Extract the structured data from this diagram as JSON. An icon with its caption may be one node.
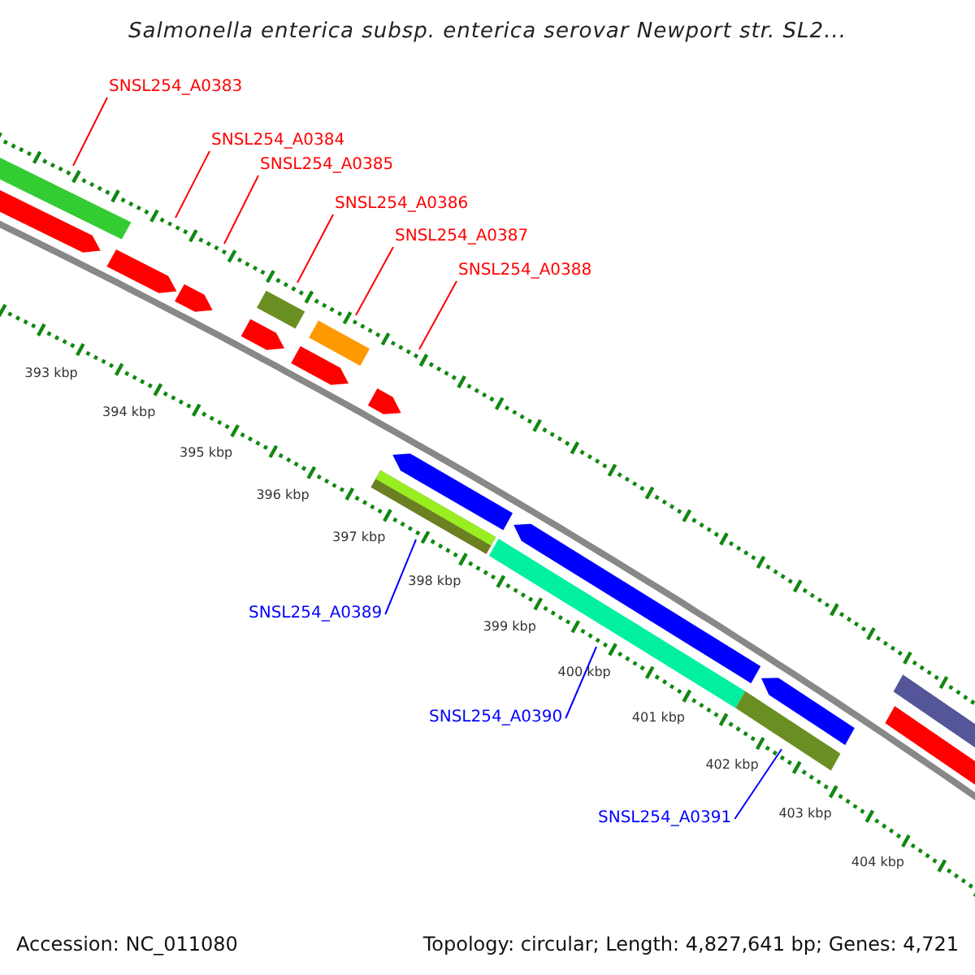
{
  "diagram": {
    "title": "Salmonella enterica subsp. enterica serovar Newport str. SL2...",
    "nodes": [
      {
        "text": [
          "SNSL254_A0383"
        ]
      },
      {
        "text": [
          "SNSL254_A0384"
        ]
      },
      {
        "text": [
          "SNSL254_A0385"
        ]
      },
      {
        "text": [
          "SNSL254_A0386"
        ]
      },
      {
        "text": [
          "SNSL254_A0387"
        ]
      },
      {
        "text": [
          "SNSL254_A0388"
        ]
      },
      {
        "text": [
          "SNSL254_A0389"
        ]
      },
      {
        "text": [
          "SNSL254_A0390"
        ]
      },
      {
        "text": [
          "SNSL254_A0391"
        ]
      }
    ],
    "edges": [
      {
        "from": 0,
        "to": null,
        "arrow": "none"
      },
      {
        "from": 1,
        "to": null,
        "arrow": "none"
      },
      {
        "from": 2,
        "to": null,
        "arrow": "none"
      },
      {
        "from": 3,
        "to": null,
        "arrow": "none"
      },
      {
        "from": 4,
        "to": null,
        "arrow": "none"
      },
      {
        "from": 5,
        "to": null,
        "arrow": "none"
      },
      {
        "from": 6,
        "to": null,
        "arrow": "none",
        "color": "#0000ff"
      },
      {
        "from": 7,
        "to": null,
        "arrow": "none",
        "color": "#0000ff"
      },
      {
        "from": 8,
        "to": null,
        "arrow": "none",
        "color": "#0000ff"
      }
    ],
    "labels": [
      "393 kbp",
      "394 kbp",
      "395 kbp",
      "396 kbp",
      "397 kbp",
      "398 kbp",
      "399 kbp",
      "400 kbp",
      "401 kbp",
      "402 kbp",
      "403 kbp",
      "404 kbp",
      "Accession: NC_011080",
      "Topology: circular; Length: 4,827,641 bp; Genes: 4,721"
    ]
  }
}
